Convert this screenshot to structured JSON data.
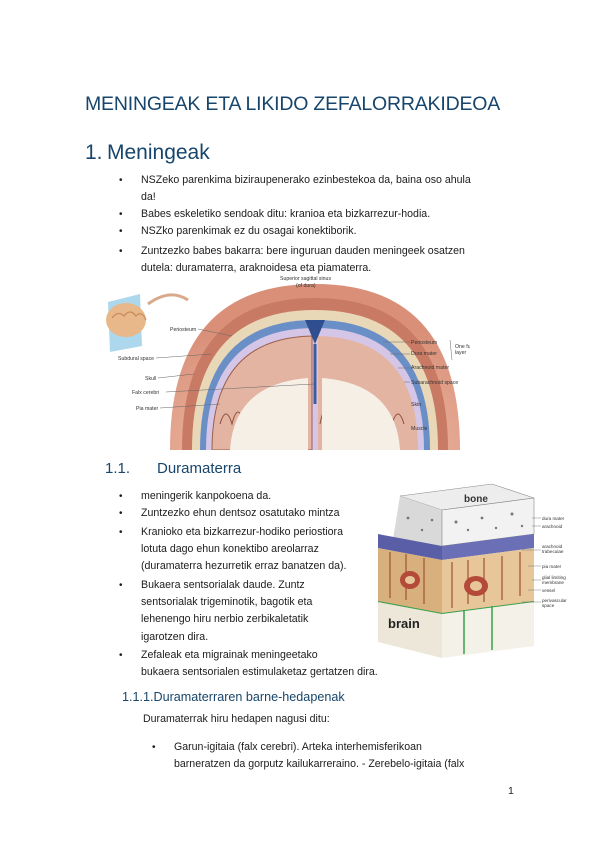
{
  "document": {
    "title": "MENINGEAK ETA LIKIDO ZEFALORRAKIDEOA",
    "section1": {
      "number": "1.",
      "heading": "Meningeak"
    },
    "section1_bullets": [
      [
        "NSZeko parenkima biziraupenerako ezinbestekoa da, baina oso ahula",
        "da!"
      ],
      [
        "Babes eskeletiko sendoak ditu: kranioa eta bizkarrezur-hodia."
      ],
      [
        "NSZko parenkimak ez du osagai konektiborik."
      ],
      [
        "Zuntzezko babes bakarra: bere inguruan dauden meningeek osatzen",
        "dutela: duramaterra, araknoidesa eta piamaterra."
      ]
    ],
    "figure1_labels": {
      "top": "Superior sagittal sinus\n(of dura)",
      "left": [
        "Periosteum",
        "Subdural space",
        "Skull",
        "Falx cerebri",
        "Pia mater"
      ],
      "right": [
        "Periosteum",
        "Dura mater",
        "One functional\nlayer",
        "Arachnoid mater",
        "Subarachnoid space",
        "Skin",
        "Muscle"
      ]
    },
    "section11": {
      "number": "1.1.",
      "heading": "Duramaterra"
    },
    "section11_bullets": [
      [
        "meningerik kanpokoena da."
      ],
      [
        "Zuntzezko ehun dentsoz osatutako mintza"
      ],
      [
        "Kranioko eta bizkarrezur-hodiko periostiora",
        "lotuta dago ehun konektibo areolarraz",
        "(duramaterra hezurretik erraz banatzen da)."
      ],
      [
        "Bukaera sentsorialak daude. Zuntz",
        "sentsorialak trigeminotik, bagotik eta",
        "lehenengo hiru nerbio zerbikaletatik",
        "igarotzen dira."
      ],
      [
        "Zefaleak eta migrainak meningeetako",
        "bukaera sentsorialen estimulaketaz gertatzen dira."
      ]
    ],
    "figure2_labels": {
      "bone": "bone",
      "brain": "brain",
      "right": [
        "dura mater",
        "arachnoid",
        "arachnoid\ntrabeculae",
        "pia mater",
        "glial limiting\nmembrane",
        "vessel",
        "perivascular\nspace"
      ]
    },
    "section111": {
      "heading": "1.1.1.Duramaterraren barne-hedapenak"
    },
    "paragraph": "Duramaterrak hiru hedapen nagusi ditu:",
    "sub_bullets": [
      [
        "Garun-igitaia (falx cerebri). Arteka interhemisferikoan",
        "barneratzen da gorputz kailukarreraino. - Zerebelo-igitaia (falx"
      ]
    ],
    "page_number": "1",
    "colors": {
      "heading": "#17456b"
    }
  }
}
